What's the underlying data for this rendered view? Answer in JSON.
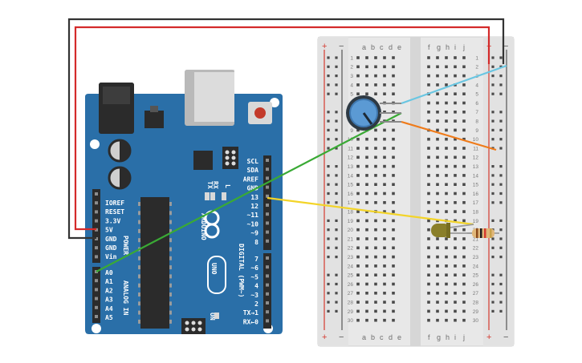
{
  "arduino": {
    "power_pins": [
      "IOREF",
      "RESET",
      "3.3V",
      "5V",
      "GND",
      "GND",
      "Vin"
    ],
    "analog_pins": [
      "A0",
      "A1",
      "A2",
      "A3",
      "A4",
      "A5"
    ],
    "power_header_label": "POWER",
    "analog_header_label": "ANALOG IN",
    "digital_pins_top": [
      "SCL",
      "SDA",
      "AREF",
      "GND",
      "13",
      "12",
      "~11",
      "~10",
      "~9",
      "8"
    ],
    "digital_pins_bottom": [
      "7",
      "~6",
      "~5",
      "4",
      "~3",
      "2",
      "TX→1",
      "RX←0"
    ],
    "digital_header_label": "DIGITAL (PWM~)",
    "brand": "ARDUINO",
    "model": "UNO",
    "on_label": "ON",
    "tx_label": "TX",
    "rx_label": "RX",
    "l_label": "L"
  },
  "breadboard": {
    "columns_left": [
      "a",
      "b",
      "c",
      "d",
      "e"
    ],
    "columns_right": [
      "f",
      "g",
      "h",
      "i",
      "j"
    ],
    "rail_plus": "+",
    "rail_minus": "−",
    "row_count": 30
  },
  "components": {
    "potentiometer": "potentiometer",
    "led": "LED",
    "resistor": "resistor"
  },
  "colors": {
    "board": "#2a6fa8",
    "breadboard": "#e8e8e8",
    "wire_red": "#d42a2a",
    "wire_black": "#333333",
    "wire_green": "#3aaa35",
    "wire_yellow": "#f3d428",
    "wire_orange": "#ef7b1a",
    "wire_cyan": "#69c6e2"
  }
}
